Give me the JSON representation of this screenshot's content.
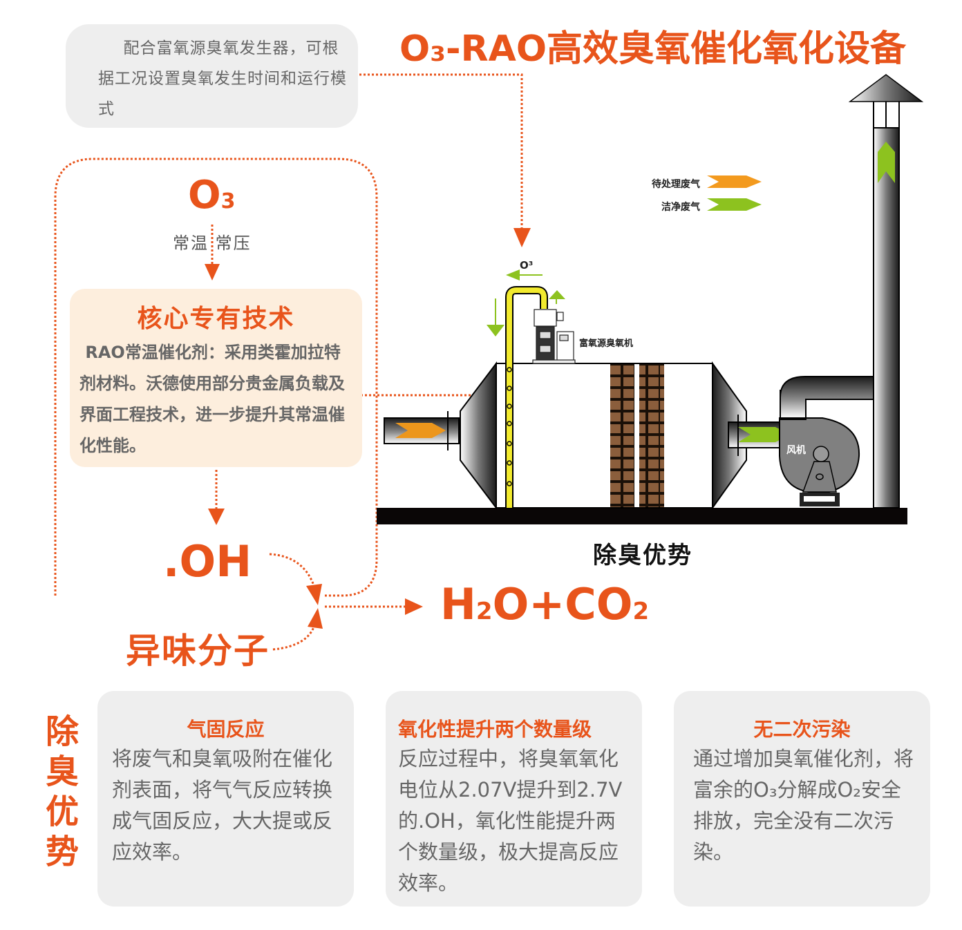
{
  "header": {
    "title": "O₃-RAO高效臭氧催化氧化设备"
  },
  "callout": {
    "text": "配合富氧源臭氧发生器，可根据工况设置臭氧发生时间和运行模式"
  },
  "process": {
    "o3_main": "O",
    "o3_sub": "3",
    "conditions": "常温 常压",
    "core": {
      "title": "核心专有技术",
      "text": "RAO常温催化剂：采用类霍加拉特剂材料。沃德使用部分贵金属负载及界面工程技术，进一步提升其常温催化性能。"
    },
    "oh": ".OH",
    "odor": "异味分子",
    "product": {
      "h": "H",
      "h_sub": "2",
      "o_plus_co": "O+CO",
      "co_sub": "2"
    }
  },
  "equipment": {
    "legend": [
      {
        "label": "待处理废气",
        "color": "#f39a1e"
      },
      {
        "label": "洁净废气",
        "color": "#8dc21f"
      }
    ],
    "o3_pipe_label": "O³",
    "generator_label": "富氧源臭氧机",
    "fan_label": "风机",
    "caption": "除臭优势",
    "colors": {
      "pipe_yellow": "#f2ea2e",
      "catalyst_brown": "#8b5e3c",
      "base_black": "#0a0606",
      "accent_orange": "#e8541b"
    }
  },
  "advantages": {
    "side_title": "除臭优势",
    "cards": [
      {
        "title": "气固反应",
        "body": "将废气和臭氧吸附在催化剂表面，将气气反应转换成气固反应，大大提或反应效率。"
      },
      {
        "title": "氧化性提升两个数量级",
        "body": " 反应过程中，将臭氧氧化电位从2.07V提升到2.7V的.OH，氧化性能提升两个数量级，极大提高反应效率。"
      },
      {
        "title": "无二次污染",
        "body": "通过增加臭氧催化剂，将富余的O₃分解成O₂安全排放，完全没有二次污染。"
      }
    ]
  }
}
